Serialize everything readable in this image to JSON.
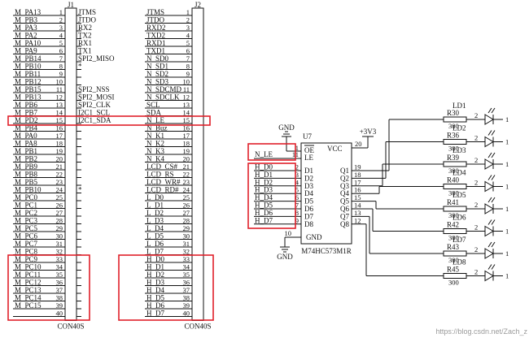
{
  "j1": {
    "ref": "J1",
    "part": "CON40S",
    "left_nets": [
      "M_PA13",
      "M_PB3",
      "M_PA3",
      "M_PA2",
      "M_PA10",
      "M_PA9",
      "M_PB14",
      "M_PB10",
      "M_PB11",
      "M_PB12",
      "M_PB15",
      "M_PB13",
      "M_PB6",
      "M_PB7",
      "M_PD2",
      "M_PB4",
      "M_PA0",
      "M_PA8",
      "M_PB1",
      "M_PB2",
      "M_PB9",
      "M_PB8",
      "M_PB5",
      "M_PB10",
      "M_PC0",
      "M_PC1",
      "M_PC2",
      "M_PC3",
      "M_PC5",
      "M_PC6",
      "M_PC7",
      "M_PC8",
      "M_PC9",
      "M_PC10",
      "M_PC11",
      "M_PC12",
      "M_PC13",
      "M_PC14",
      "M_PC15",
      ""
    ],
    "right_labels": [
      "JTMS",
      "JTDO",
      "RX2",
      "TX2",
      "RX1",
      "TX1",
      "SPI2_MISO",
      "*",
      "",
      "",
      "SPI2_NSS",
      "SPI2_MOSI",
      "SPI2_CLK",
      "I2C1_SCL",
      "I2C1_SDA",
      "",
      "",
      "",
      "",
      "",
      "",
      "",
      "",
      "*",
      "",
      "",
      "",
      "",
      "",
      "",
      "",
      "",
      "",
      "",
      "",
      "",
      "",
      "",
      "",
      ""
    ]
  },
  "j2": {
    "ref": "J2",
    "part": "CON40S",
    "left_nets": [
      "JTMS",
      "JTDO",
      "RXD2",
      "TXD2",
      "RXD1",
      "TXD1",
      "N_SD0",
      "N_SD1",
      "N_SD2",
      "N_SD3",
      "N_SDCMD",
      "N_SDCLK",
      "SCL",
      "SDA",
      "N_LE",
      "N_Buz",
      "N_K1",
      "N_K2",
      "N_K3",
      "N_K4",
      "LCD_CS#",
      "LCD_RS",
      "LCD_WR#",
      "LCD_RD#",
      "L_D0",
      "L_D1",
      "L_D2",
      "L_D3",
      "L_D4",
      "L_D5",
      "L_D6",
      "L_D7",
      "H_D0",
      "H_D1",
      "H_D2",
      "H_D3",
      "H_D4",
      "H_D5",
      "H_D6",
      "H_D7"
    ]
  },
  "pin_numbers": [
    "1",
    "2",
    "3",
    "4",
    "5",
    "6",
    "7",
    "8",
    "9",
    "10",
    "11",
    "12",
    "13",
    "14",
    "15",
    "16",
    "17",
    "18",
    "19",
    "20",
    "21",
    "22",
    "23",
    "24",
    "25",
    "26",
    "27",
    "28",
    "29",
    "30",
    "31",
    "32",
    "33",
    "34",
    "35",
    "36",
    "37",
    "38",
    "39",
    "40"
  ],
  "u7": {
    "ref": "U7",
    "part": "M74HC573M1R",
    "gnd_label": "GND",
    "vcc_label": "+3V3",
    "vcc_pin_name": "VCC",
    "vcc_pin": "20",
    "gnd_pin_name": "GND",
    "gnd_pin": "10",
    "oe_pin_name": "OE",
    "oe_pin": "1",
    "le_pin_name": "LE",
    "le_pin": "11",
    "le_net": "N_LE",
    "inputs": [
      {
        "net": "H_D0",
        "pin": "2",
        "name": "D1"
      },
      {
        "net": "H_D1",
        "pin": "3",
        "name": "D2"
      },
      {
        "net": "H_D2",
        "pin": "4",
        "name": "D3"
      },
      {
        "net": "H_D3",
        "pin": "5",
        "name": "D4"
      },
      {
        "net": "H_D4",
        "pin": "6",
        "name": "D5"
      },
      {
        "net": "H_D5",
        "pin": "7",
        "name": "D6"
      },
      {
        "net": "H_D6",
        "pin": "8",
        "name": "D7"
      },
      {
        "net": "H_D7",
        "pin": "9",
        "name": "D8"
      }
    ],
    "outputs": [
      {
        "name": "Q1",
        "pin": "19"
      },
      {
        "name": "Q2",
        "pin": "18"
      },
      {
        "name": "Q3",
        "pin": "17"
      },
      {
        "name": "Q4",
        "pin": "16"
      },
      {
        "name": "Q5",
        "pin": "15"
      },
      {
        "name": "Q6",
        "pin": "14"
      },
      {
        "name": "Q7",
        "pin": "13"
      },
      {
        "name": "Q8",
        "pin": "12"
      }
    ],
    "bottom_gnd_label": "GND"
  },
  "leds": [
    {
      "resistor": "R30",
      "value": "300",
      "led": "LD1",
      "a": "2",
      "k": "1"
    },
    {
      "resistor": "R36",
      "value": "300",
      "led": "LD2",
      "a": "2",
      "k": "1"
    },
    {
      "resistor": "R39",
      "value": "300",
      "led": "LD3",
      "a": "2",
      "k": "1"
    },
    {
      "resistor": "R40",
      "value": "300",
      "led": "LD4",
      "a": "2",
      "k": "1"
    },
    {
      "resistor": "R41",
      "value": "300",
      "led": "LD5",
      "a": "2",
      "k": "1"
    },
    {
      "resistor": "R42",
      "value": "300",
      "led": "LD6",
      "a": "2",
      "k": "1"
    },
    {
      "resistor": "R43",
      "value": "300",
      "led": "LD7",
      "a": "2",
      "k": "1"
    },
    {
      "resistor": "R45",
      "value": "300",
      "led": "LD8",
      "a": "2",
      "k": "1"
    }
  ],
  "watermark": "https://blog.csdn.net/Zach_z",
  "colors": {
    "highlight": "#e0202a",
    "line": "#111111"
  }
}
